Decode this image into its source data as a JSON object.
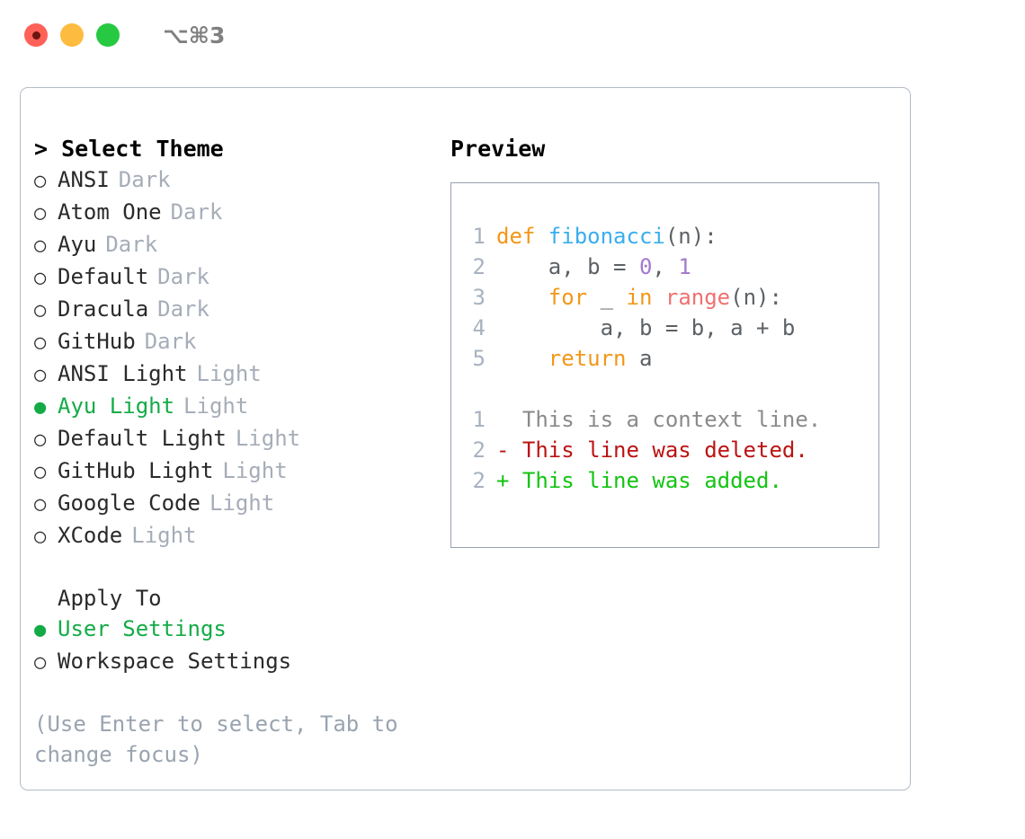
{
  "titlebar": {
    "shortcut": "⌥⌘3",
    "traffic_lights": [
      "close-red",
      "minimize-yellow",
      "zoom-green"
    ],
    "colors": {
      "red": "#ff6058",
      "yellow": "#fdbc40",
      "green": "#26c941"
    }
  },
  "theme_panel": {
    "header": "> Select Theme",
    "marker_unselected": "○",
    "marker_selected": "●",
    "selected_accent": "#14ab47",
    "options": [
      {
        "marker": "○",
        "name": "ANSI",
        "variant": "Dark",
        "selected": false
      },
      {
        "marker": "○",
        "name": "Atom One",
        "variant": "Dark",
        "selected": false
      },
      {
        "marker": "○",
        "name": "Ayu",
        "variant": "Dark",
        "selected": false
      },
      {
        "marker": "○",
        "name": "Default",
        "variant": "Dark",
        "selected": false
      },
      {
        "marker": "○",
        "name": "Dracula",
        "variant": "Dark",
        "selected": false
      },
      {
        "marker": "○",
        "name": "GitHub",
        "variant": "Dark",
        "selected": false
      },
      {
        "marker": "○",
        "name": "ANSI Light",
        "variant": "Light",
        "selected": false
      },
      {
        "marker": "●",
        "name": "Ayu Light",
        "variant": "Light",
        "selected": true
      },
      {
        "marker": "○",
        "name": "Default Light",
        "variant": "Light",
        "selected": false
      },
      {
        "marker": "○",
        "name": "GitHub Light",
        "variant": "Light",
        "selected": false
      },
      {
        "marker": "○",
        "name": "Google Code",
        "variant": "Light",
        "selected": false
      },
      {
        "marker": "○",
        "name": "XCode",
        "variant": "Light",
        "selected": false
      }
    ],
    "apply_to": {
      "header": "Apply To",
      "options": [
        {
          "marker": "●",
          "label": "User Settings",
          "selected": true
        },
        {
          "marker": "○",
          "label": "Workspace Settings",
          "selected": false
        }
      ]
    },
    "hint": "(Use Enter to select, Tab to change focus)"
  },
  "preview": {
    "title": "Preview",
    "code_lines": [
      {
        "number": "1",
        "tokens": [
          {
            "text": "def ",
            "style": "kw"
          },
          {
            "text": "fibonacci",
            "style": "fn"
          },
          {
            "text": "(n):",
            "style": "pl"
          }
        ]
      },
      {
        "number": "2",
        "tokens": [
          {
            "text": "    a, b = ",
            "style": "pl"
          },
          {
            "text": "0",
            "style": "num"
          },
          {
            "text": ", ",
            "style": "pl"
          },
          {
            "text": "1",
            "style": "num"
          }
        ]
      },
      {
        "number": "3",
        "tokens": [
          {
            "text": "    ",
            "style": "pl"
          },
          {
            "text": "for",
            "style": "kw"
          },
          {
            "text": " _ ",
            "style": "pl"
          },
          {
            "text": "in",
            "style": "kw"
          },
          {
            "text": " ",
            "style": "pl"
          },
          {
            "text": "range",
            "style": "bi"
          },
          {
            "text": "(n):",
            "style": "pl"
          }
        ]
      },
      {
        "number": "4",
        "tokens": [
          {
            "text": "        a, b = b, a + b",
            "style": "pl"
          }
        ]
      },
      {
        "number": "5",
        "tokens": [
          {
            "text": "    ",
            "style": "pl"
          },
          {
            "text": "return",
            "style": "kw"
          },
          {
            "text": " a",
            "style": "pl"
          }
        ]
      }
    ],
    "diff_lines": [
      {
        "number": "1",
        "sign": " ",
        "text": " This is a context line.",
        "kind": "ctx"
      },
      {
        "number": "2",
        "sign": "-",
        "text": " This line was deleted.",
        "kind": "del"
      },
      {
        "number": "2",
        "sign": "+",
        "text": " This line was added.",
        "kind": "add"
      }
    ],
    "syntax_colors": {
      "keyword": "#f29718",
      "function": "#39aeee",
      "number": "#a37acc",
      "builtin": "#f07171",
      "plain": "#5c6166",
      "linenumber": "#a8b2bf",
      "diff_context": "#8a8a8a",
      "diff_deleted": "#bb1414",
      "diff_added": "#14c414"
    }
  }
}
